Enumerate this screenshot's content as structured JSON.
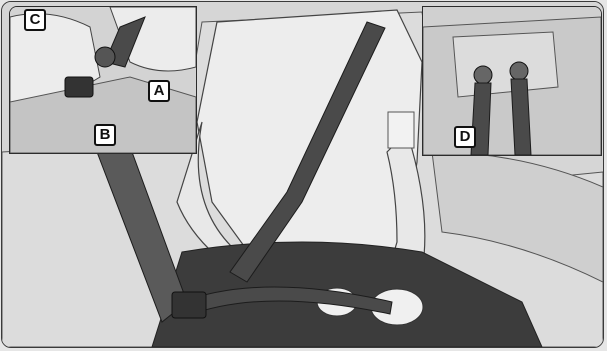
{
  "callouts": {
    "a": "A",
    "b": "B",
    "c": "C",
    "d": "D"
  }
}
